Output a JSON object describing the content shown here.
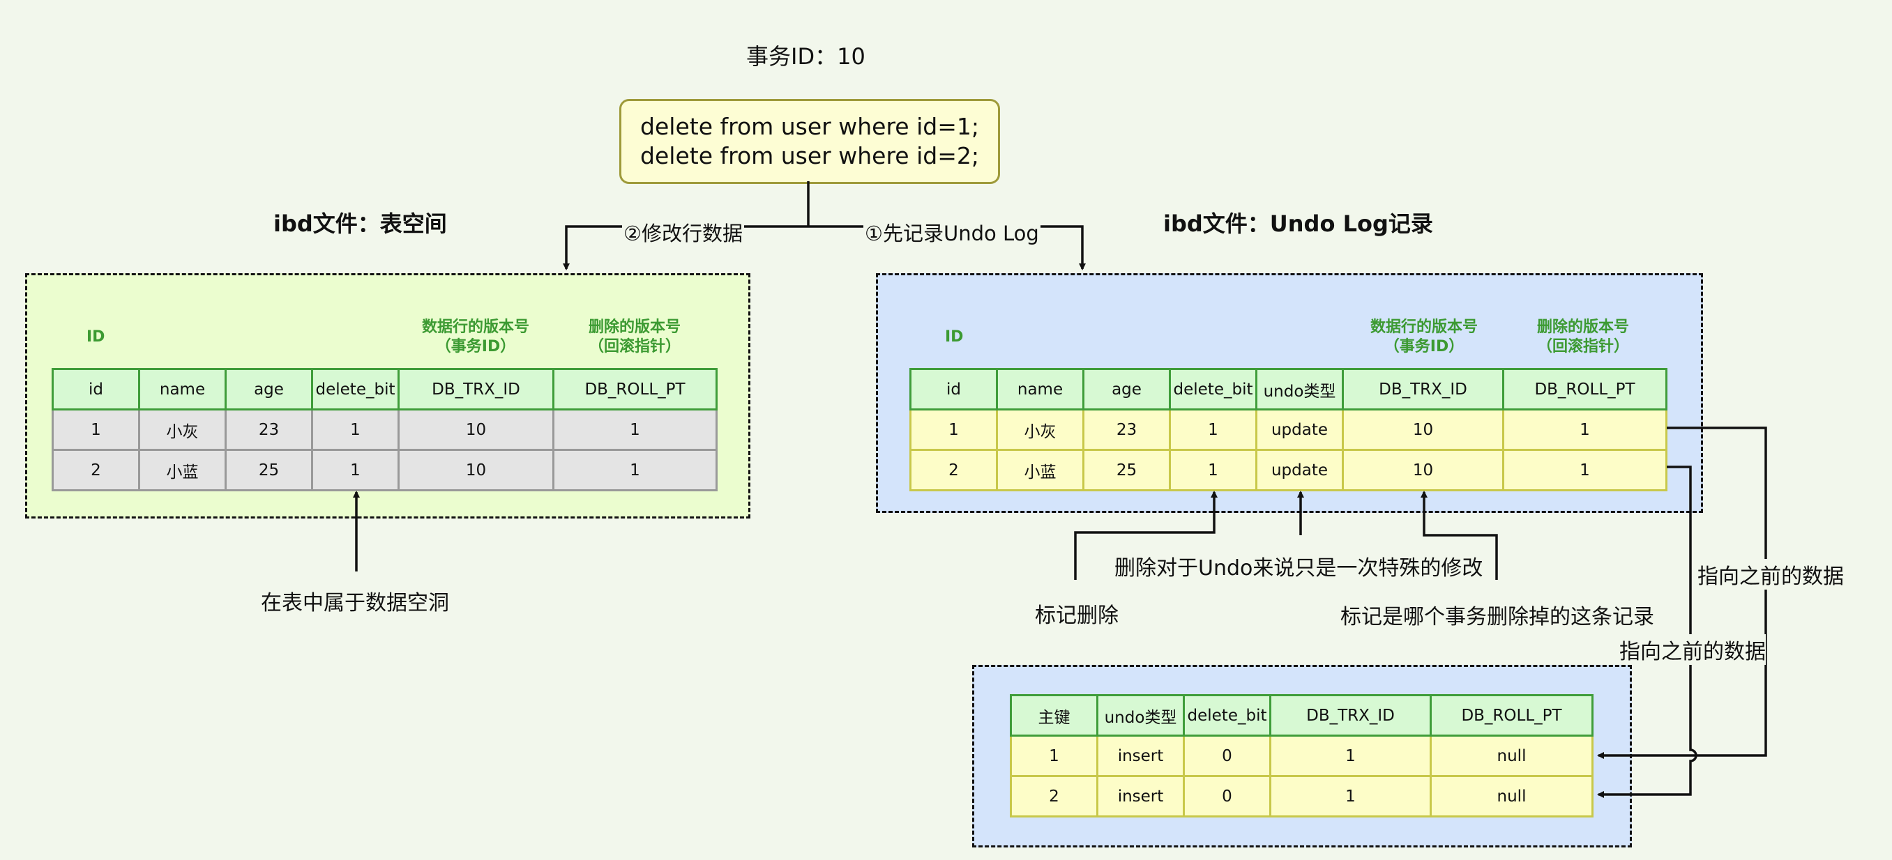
{
  "transaction_title": "事务ID：10",
  "sql": [
    "delete from user where id=1;",
    "delete from user where id=2;"
  ],
  "arrows": {
    "left_label": "②修改行数据",
    "right_label": "①先记录Undo Log"
  },
  "left_panel": {
    "title": "ibd文件：表空间",
    "id_note": "ID",
    "trx_note": [
      "数据行的版本号",
      "（事务ID）"
    ],
    "roll_note": [
      "删除的版本号",
      "（回滚指针）"
    ],
    "headers": [
      "id",
      "name",
      "age",
      "delete_bit",
      "DB_TRX_ID",
      "DB_ROLL_PT"
    ],
    "rows": [
      [
        "1",
        "小灰",
        "23",
        "1",
        "10",
        "1"
      ],
      [
        "2",
        "小蓝",
        "25",
        "1",
        "10",
        "1"
      ]
    ],
    "annotation": "在表中属于数据空洞"
  },
  "right_panel": {
    "title": "ibd文件：Undo Log记录",
    "id_note": "ID",
    "trx_note": [
      "数据行的版本号",
      "（事务ID）"
    ],
    "roll_note": [
      "删除的版本号",
      "（回滚指针）"
    ],
    "headers": [
      "id",
      "name",
      "age",
      "delete_bit",
      "undo类型",
      "DB_TRX_ID",
      "DB_ROLL_PT"
    ],
    "rows": [
      [
        "1",
        "小灰",
        "23",
        "1",
        "update",
        "10",
        "1"
      ],
      [
        "2",
        "小蓝",
        "25",
        "1",
        "update",
        "10",
        "1"
      ]
    ],
    "annotations": {
      "mark_delete": "标记删除",
      "undo_special": "删除对于Undo来说只是一次特殊的修改",
      "which_trx": "标记是哪个事务删除掉的这条记录",
      "points_prev_1": "指向之前的数据",
      "points_prev_2": "指向之前的数据"
    }
  },
  "bottom_panel": {
    "headers": [
      "主键",
      "undo类型",
      "delete_bit",
      "DB_TRX_ID",
      "DB_ROLL_PT"
    ],
    "rows": [
      [
        "1",
        "insert",
        "0",
        "1",
        "null"
      ],
      [
        "2",
        "insert",
        "0",
        "1",
        "null"
      ]
    ]
  },
  "colors": {
    "background": "#f2f7ec",
    "green_panel": "#ebfdcf",
    "blue_panel": "#d4e4fb",
    "header_fill": "#d7f9d3",
    "header_border": "#3f9d3a",
    "note_green": "#3c9a32",
    "row_gray": "#e4e4e4",
    "row_yellow": "#fdfdc8"
  }
}
